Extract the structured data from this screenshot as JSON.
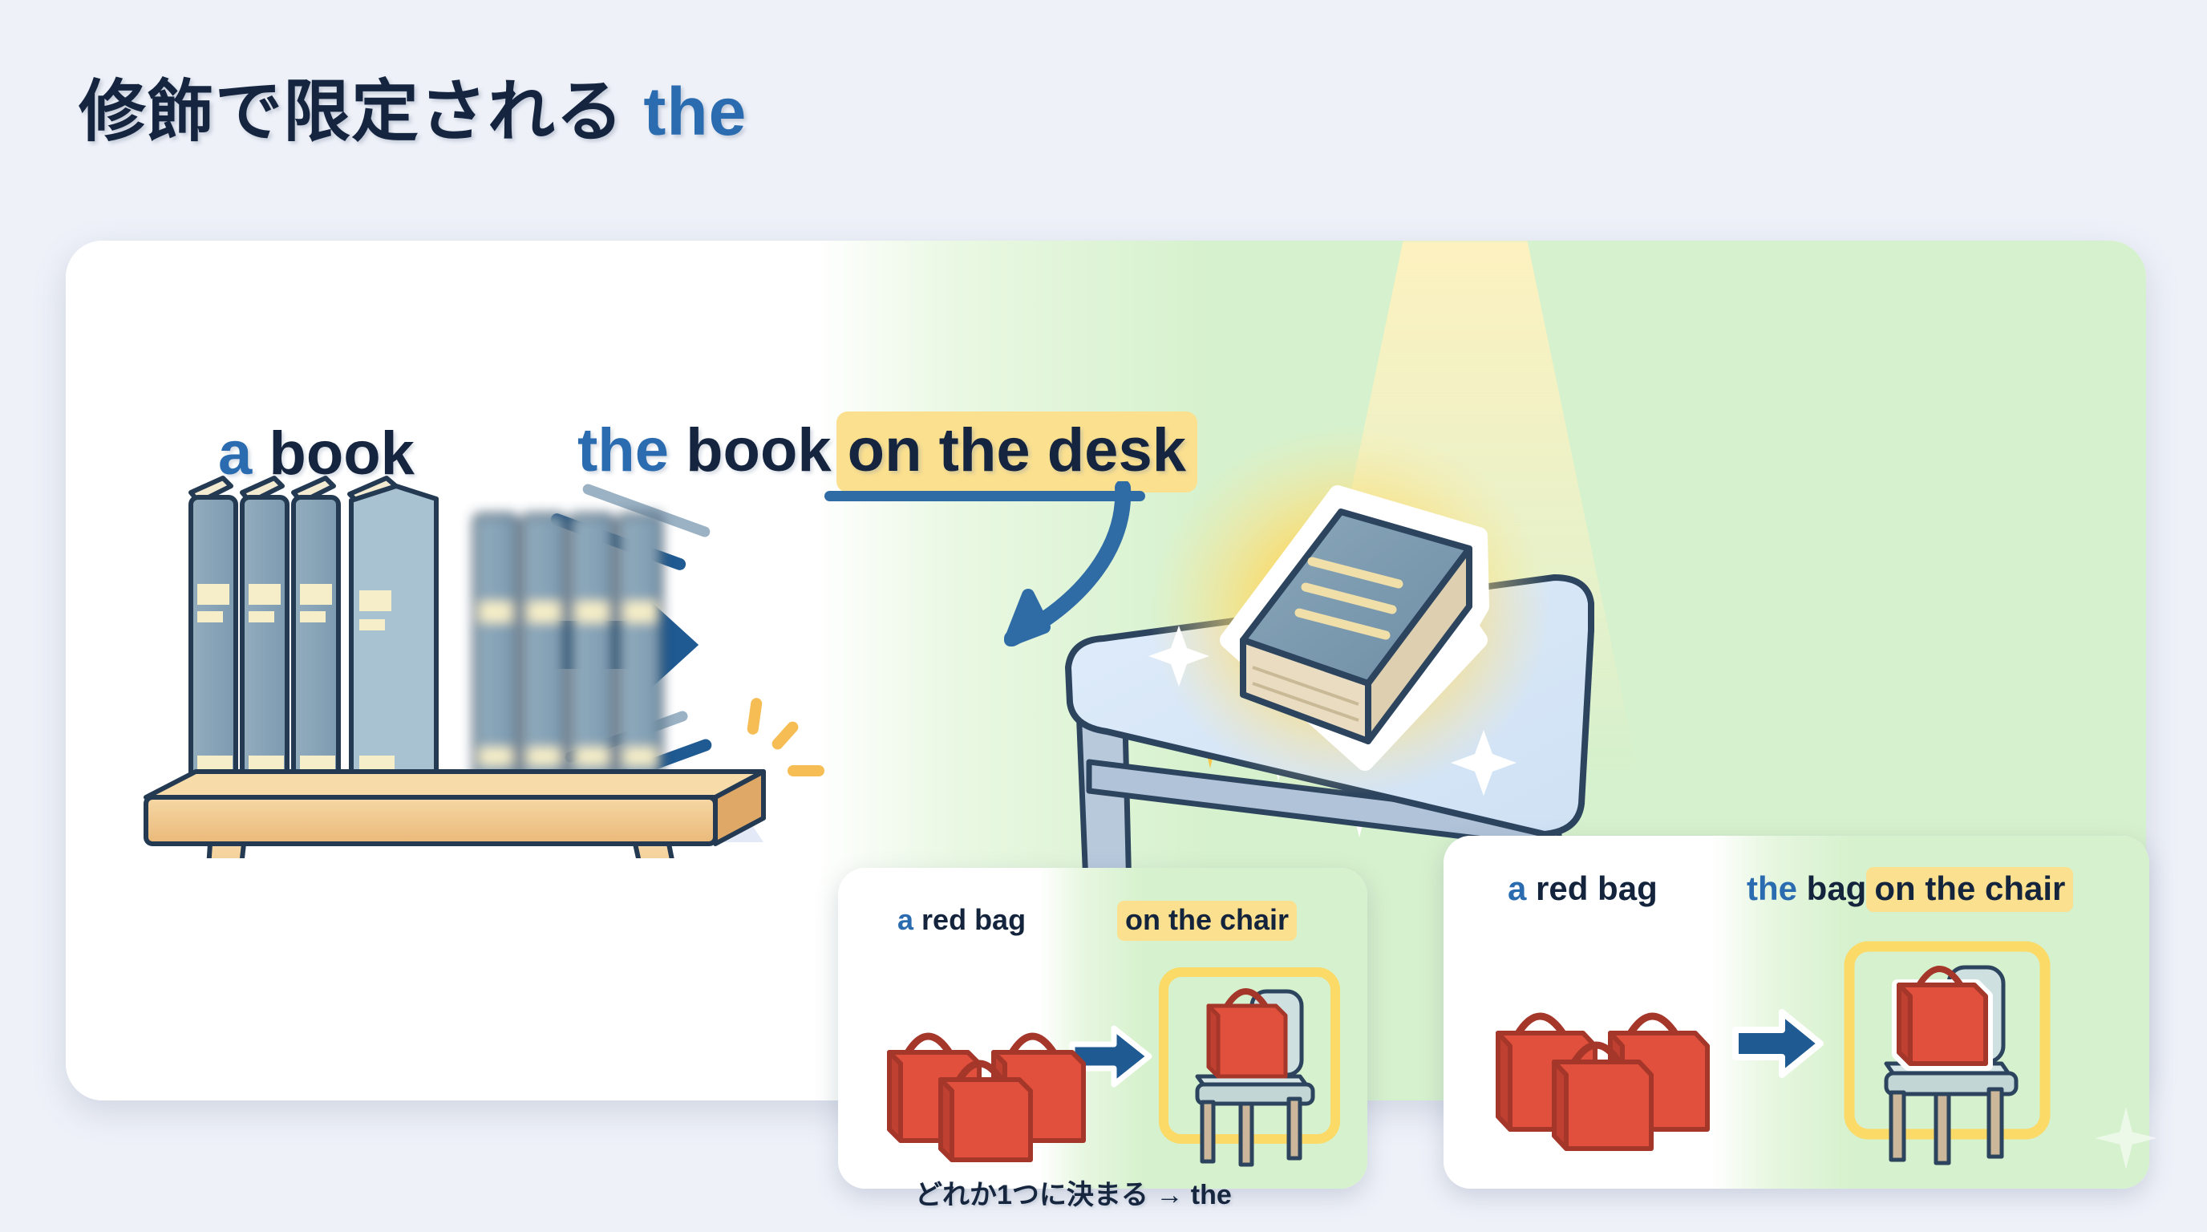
{
  "title": {
    "main": "修飾で限定される",
    "accent": "the"
  },
  "left_panel": {
    "headline": {
      "article": "a",
      "noun": "book"
    },
    "illustration_name": "bookshelf-with-many-books"
  },
  "transition": {
    "arrow_icon": "right-arrow-icon",
    "speed_lines": 4
  },
  "right_panel": {
    "headline": {
      "article": "the",
      "noun": "book",
      "modifier": "on the desk"
    },
    "illustration_name": "book-on-desk-spotlighted",
    "pointer_icon": "curved-down-left-arrow-icon"
  },
  "cards": [
    {
      "name": "card-a-red-bag-on-the-chair",
      "left_label": {
        "article": "a",
        "rest": "red bag"
      },
      "right_label": {
        "modifier": "on the chair"
      },
      "arrow_icon": "right-arrow-icon",
      "left_illustration": "three-red-bags",
      "right_illustration": "red-bag-on-chair-highlighted"
    },
    {
      "name": "card-b-the-bag-on-the-chair",
      "left_label": {
        "article": "a",
        "rest": "red bag"
      },
      "right_label": {
        "article": "the",
        "noun": "bag",
        "modifier": "on the chair"
      },
      "arrow_icon": "right-arrow-icon",
      "left_illustration": "three-red-bags",
      "right_illustration": "red-bag-on-chair-highlighted"
    }
  ],
  "caption": "どれか1つに決まる → the",
  "colors": {
    "page_background": "#eef1f8",
    "panel_white": "#ffffff",
    "panel_green": "#d6f1cd",
    "navy_text": "#15253f",
    "accent_blue": "#2b6cb0",
    "highlight_yellow": "#fbe08f",
    "underline_blue": "#2f6ba5",
    "bag_red": "#e0503c",
    "book_blue": "#7d9bb0",
    "shelf_wood": "#f2c98e",
    "sparkle_orange": "#f6bd54"
  }
}
